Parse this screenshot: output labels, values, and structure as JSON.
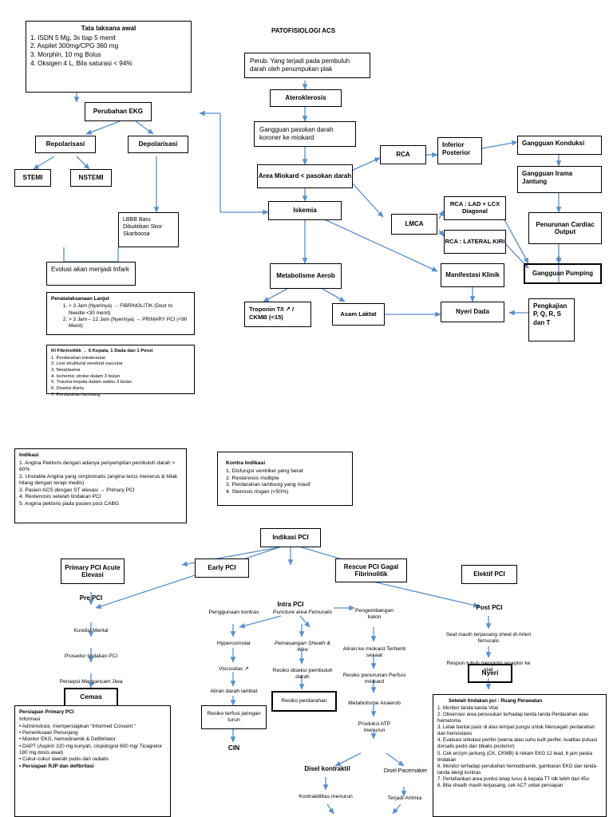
{
  "titles": {
    "patho": "PATOFISIOLOGI ACS"
  },
  "colors": {
    "arrow": "#5B8FC9",
    "border": "#000000",
    "background": "#FFFFFF"
  },
  "initial_management": {
    "heading": "Tata laksana awal",
    "items": [
      "1. ISDN 5 Mg, 3x tiap 5 menit",
      "2. Aspilet 300mg/CPG 360 mg",
      "3. Morphin, 10 mg Bolus",
      "4. Oksigen 4 L, Bila saturasi < 94%"
    ]
  },
  "ekg_branch": {
    "perubahan_ekg": "Perubahan EKG",
    "repolarisasi": "Repolarisasi",
    "depolarisasi": "Depolarisasi",
    "stemi": "STEMI",
    "nstemi": "NSTEMI",
    "lbbb": "LBBB Baru Dibuktikan Skor Skarboosa",
    "evolusi": "Evolusi akan menjadi Infark"
  },
  "lanjut": {
    "heading": "Penatalaksanaan Lanjut",
    "items": [
      "< 3 Jam (Nyerinya) → FIBRINOLITIK (Door to Needle <30 menit)",
      "> 3 Jam – 12 Jam (Nyerinya) → PRIMARY PCI (<90 Menit)"
    ]
  },
  "ki_fibrinolitik": {
    "heading": "KI Fibrinolitik → 5 Kepala, 1 Dada dan 1 Perut",
    "items": [
      "1. Perdarahan intrakranial",
      "2. Lesi struktural serebral vascular",
      "3. Neoplasma",
      "4. Ischemic stroke dalam 3 bulan",
      "5. Trauma kepala dalam waktu 3 bulan",
      "6. Diseksi Aorta",
      "7. Perdarahan lambung"
    ]
  },
  "patho_chain": {
    "perub": "Perub. Yang terjadi  pada pembuluh darah oleh penumpukan plak",
    "ateroklerosis": "Ateroklerosis",
    "gangguan_pasokan": "Gangguan pasokan darah koroner ke miokard",
    "area_miokard": "Area Miokard < pasokan darah",
    "iskemia": "Iskemia",
    "metabolisme_aerob": "Metabolisme Aerob",
    "troponin": "Troponin T/I ↗ / CKMB (<15)",
    "asam_laktat": "Asam Laktat"
  },
  "vessels": {
    "rca": "RCA",
    "lmca": "LMCA",
    "inferior_posterior": "Inferior Posterior",
    "rca_lad": "RCA : LAD + LCX Diagonal",
    "rca_lateral": "RCA : LATERAL KIRI",
    "manifestasi": "Manifestasi Klinik",
    "nyeri_dada": "Nyeri Dada"
  },
  "right_column": {
    "gangguan_konduksi": "Gangguan Konduksi",
    "gangguan_irama": "Gangguan Irama Jantung",
    "penurunan_co": "Penurunan Cardiac Output",
    "gangguan_pumping": "Gangguan Pumping",
    "pengkajian": "Pengkajian P, Q, R, S dan T"
  },
  "indikasi": {
    "heading": "Indikasi",
    "items": [
      "1. Angina Pektoris dengan adanya penyempitan pembuluh darah > 60%",
      "2. Unstable Angina yang simptomatis (angina terus menerus & tidak hilang dengan terapi medis)",
      "3. Pasien ACS dengan ST elevasi → Primary PCI",
      "4. Restenosis setelah tindakan PCI",
      "5. Angina pektoris pada pasien post CABG"
    ]
  },
  "kontra_indikasi": {
    "heading": "Kontra Indikasi",
    "items": [
      "1. Disfungsi ventrikel yang berat",
      "2. Restenosis multiple",
      "3. Perdarahan lambung yang masif",
      "4. Stenosis ringan (<50%)"
    ]
  },
  "pci": {
    "indikasi_pci": "Indikasi PCI",
    "primary_pci": "Primary PCI Acute Elevasi",
    "early_pci": "Early PCI",
    "rescue_pci": "Rescue PCI Gagal Fibrinolitik",
    "elektif_pci": "Elektif PCI",
    "intra_pci": "Intra PCI"
  },
  "primary_flow": {
    "pre_pci": "Pre PCI",
    "kondisi_mental": "Kondisi Mental",
    "prosedur": "Prosedur tindakan PCI",
    "persepsi": "Persepsi Mengancam Jiwa",
    "cemas": "Cemas"
  },
  "intra_left": {
    "penggunaan_kontras": "Penggunaan kontras",
    "hyperosmolar": "Hyperosmolar",
    "viscositas": "Viscositas ↗",
    "aliran_lambat": "Aliran darah lambat",
    "resiko_terfusi": "Resiko terfusi jaringan turun",
    "cin": "CIN"
  },
  "intra_mid": {
    "puncture": "Puncture area Femuralis",
    "pemasangan": "Pemasangan Sheath & Wire",
    "resiko_diseksi": "Resiko diseksi pembuluh darah",
    "resiko_perdarahan": "Resiko perdarahan"
  },
  "intra_right": {
    "pengembangan": "Pengembangan balon",
    "aliran_terhenti": "Aliran ke miokard Terhenti sesaat",
    "resiko_penurunan": "Resiko penurunan Perfusi miokard",
    "metabolisme_anaerob": "Metabolisme Anaerob",
    "produksi_atp": "Produksi ATP menurun",
    "disel_kontraktil": "Disel kontraktil",
    "disel_pacemaker": "Disel Pacemaker",
    "kontraktilitas": "Kontraktilitas menurun",
    "aritmia": "Terjadi Aritmia"
  },
  "post_flow": {
    "post_pci": "Post PCI",
    "seat_sheet": "Seat masih terpasang sheet di Arteri femuralis",
    "respon_tubuh": "Respon tubuh mengirim reseptor ke otak",
    "nyeri": "Nyeri"
  },
  "persiapan": {
    "heading": "Persiapan Primary PCI",
    "sub": "Informasi",
    "items": [
      "• Administrasi, mempersiapkan “Informed Consent “",
      "• Pemeriksaan Penunjang",
      "• Monitor EKG, hemodinamik & Defibrilator",
      "• DAPT (Aspirin 320 mg kunyah, clopidogrel 600 mg/ Ticagrelor 180 mg dosis awal)",
      "• Cukur-cukur daerah pubis dan radialis"
    ],
    "bold_item": "• Persiapan RJP dan defibrilasi"
  },
  "setelah": {
    "heading": "Setelah tindakan pci : Ruang Perawatan",
    "items": [
      "1. Monitor tanda-tanda Vital",
      "2. Observasi area penusukan terhadap tanda tanda Perdarahan atau hematoma",
      "3. Letak bantal pasir di atas tempat pungsi untuk Mencegah perdarahan dan hemostasis",
      "4. Evaluasi sirkulasi perifer (warna atau suhu kulit perifer, kualitas pulsasi dorsalis pedis dan tibialis posterior)",
      "5. Cek enzym jantung (CK, CKMB) & rekam EKG 12 lead, 6 jam paska tindakan",
      "6. Monitor terhadap perubahan hemodinamik, gambaran EKG dan tanda-tanda alergi kontras",
      "7. Pertahankan area punksi tetap lurus & kepala TT tdk lebih dari 45o",
      "8. Bila sheath masih terpasang, cek ACT untuk persiapan"
    ]
  }
}
